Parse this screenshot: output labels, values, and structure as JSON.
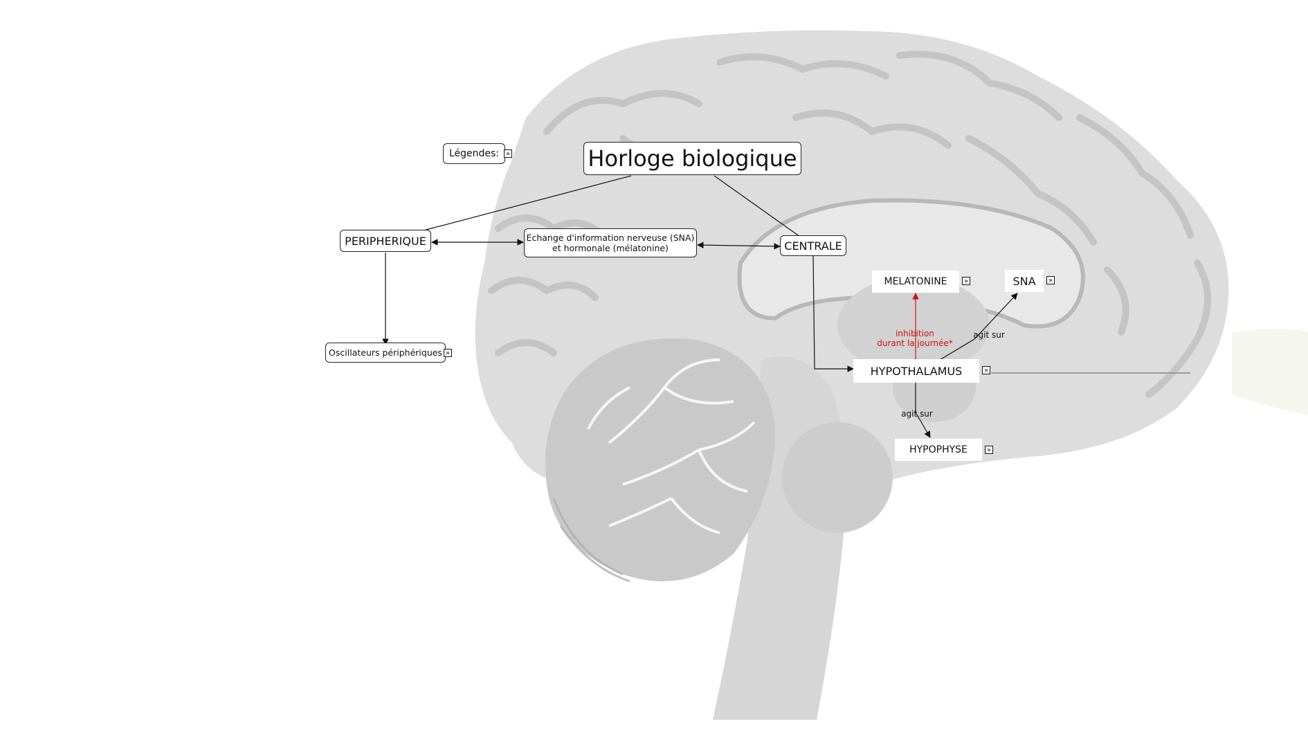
{
  "title": "Horloge biologique",
  "legend": {
    "label": "Légendes:",
    "expand_icon": "expand-icon"
  },
  "nodes": {
    "peripherique": "PERIPHERIQUE",
    "centrale": "CENTRALE",
    "echange_line1": "Echange d'information nerveuse (SNA)",
    "echange_line2": "et hormonale (mélatonine)",
    "oscillateurs": "Oscillateurs périphériques",
    "melatonine": "MELATONINE",
    "sna": "SNA",
    "hypothalamus": "HYPOTHALAMUS",
    "hypophyse": "HYPOPHYSE"
  },
  "link_labels": {
    "inhibition_line1": "inhibition",
    "inhibition_line2": "durant la journée*",
    "agit_sur_sna": "agit sur",
    "agit_sur_hypophyse": "agit sur"
  },
  "colors": {
    "inhibition_link": "#d01010",
    "link": "#111111",
    "brain_fill": "#dedede",
    "brain_fold": "#c4c4c4"
  },
  "background_image": "brain-sagittal-section"
}
